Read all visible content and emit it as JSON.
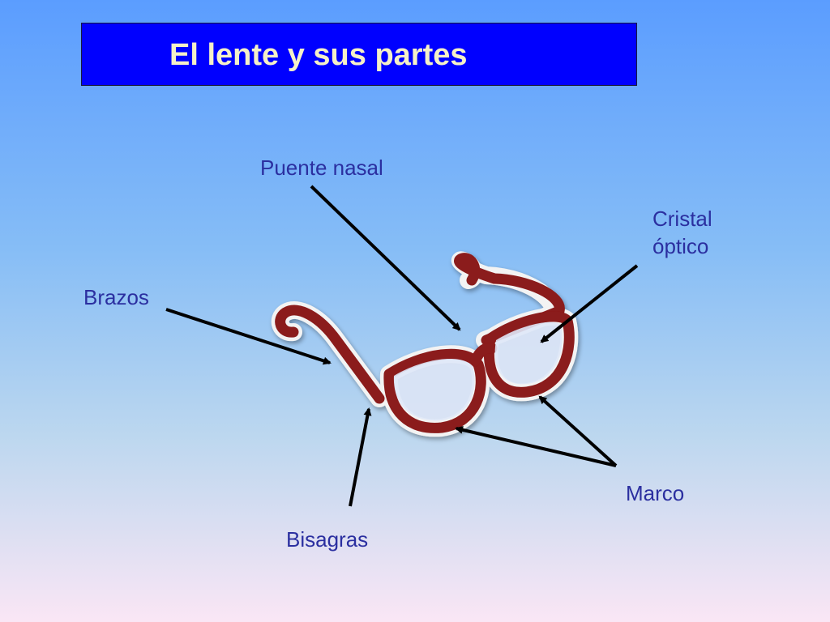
{
  "slide": {
    "title": "El lente y sus partes"
  },
  "labels": {
    "puente_nasal": "Puente nasal",
    "cristal_line1": "Cristal",
    "cristal_line2": "óptico",
    "brazos": "Brazos",
    "marco": "Marco",
    "bisagras": "Bisagras"
  },
  "colors": {
    "background_top": "#5b9dff",
    "background_bottom": "#fae6f5",
    "title_box": "#0000ff",
    "title_text": "#f5f0c8",
    "label_text": "#2b2fa0",
    "frame": "#8b1a1a",
    "arrow": "#000000"
  },
  "image": {
    "subject": "glasses-icon"
  }
}
